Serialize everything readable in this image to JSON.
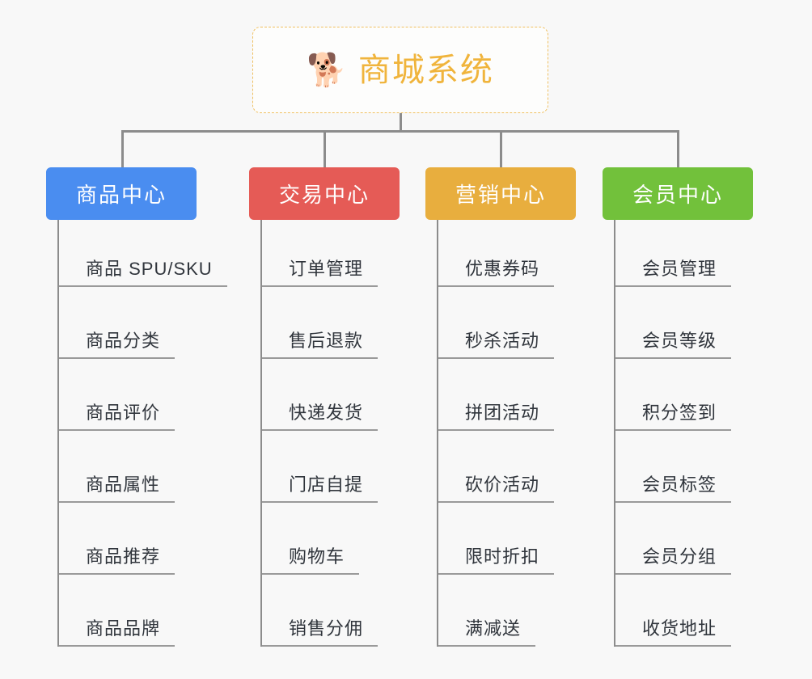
{
  "diagram": {
    "type": "tree",
    "root": {
      "label": "商城系统",
      "icon": "shiba-dog-emoji",
      "emoji": "🐕",
      "border_color": "#f0c060",
      "text_color": "#f0b43c"
    },
    "background_color": "#f8f8f8",
    "connector_color": "#8c8c8c",
    "categories": [
      {
        "label": "商品中心",
        "color": "#4a8df0",
        "items": [
          "商品 SPU/SKU",
          "商品分类",
          "商品评价",
          "商品属性",
          "商品推荐",
          "商品品牌"
        ]
      },
      {
        "label": "交易中心",
        "color": "#e55b56",
        "items": [
          "订单管理",
          "售后退款",
          "快递发货",
          "门店自提",
          "购物车",
          "销售分佣"
        ]
      },
      {
        "label": "营销中心",
        "color": "#e8ae3e",
        "items": [
          "优惠券码",
          "秒杀活动",
          "拼团活动",
          "砍价活动",
          "限时折扣",
          "满减送"
        ]
      },
      {
        "label": "会员中心",
        "color": "#72c13b",
        "items": [
          "会员管理",
          "会员等级",
          "积分签到",
          "会员标签",
          "会员分组",
          "收货地址"
        ]
      }
    ]
  }
}
